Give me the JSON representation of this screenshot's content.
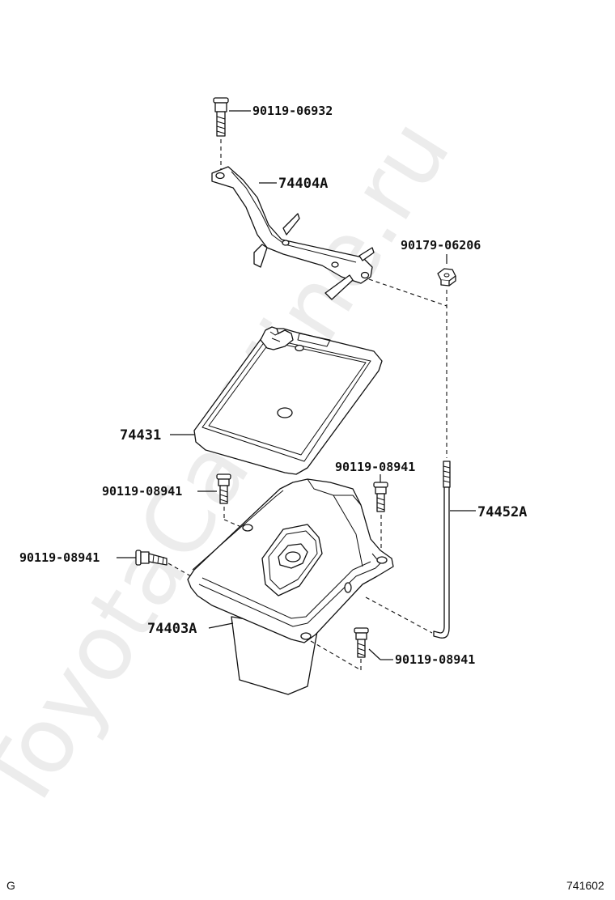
{
  "watermark": "ToyotaCarMine.ru",
  "footer": {
    "left_code": "G",
    "right_code": "741602"
  },
  "parts": {
    "bolt_top": "90119-06932",
    "bracket": "74404A",
    "nut": "90179-06206",
    "cover": "74431",
    "rod": "74452A",
    "bolt_left_upper": "90119-08941",
    "bolt_left_lower": "90119-08941",
    "bolt_right_upper": "90119-08941",
    "bolt_right_lower": "90119-08941",
    "tray": "74403A"
  }
}
